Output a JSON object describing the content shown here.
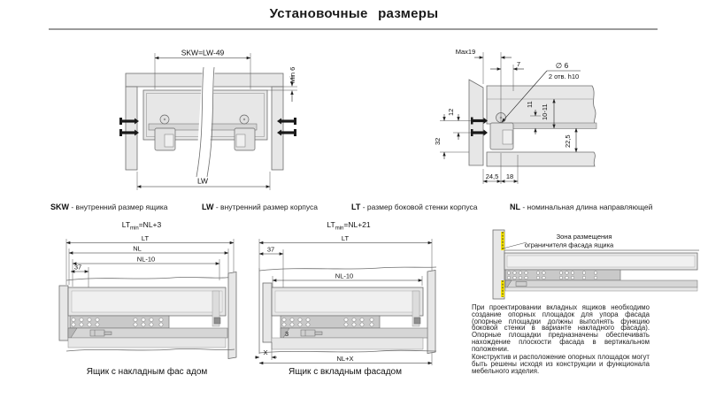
{
  "title": "Установочные размеры",
  "colors": {
    "accent_yellow": "#f7e400",
    "diagram_fill": "#e7e7e7",
    "outline": "#6e6e6e"
  },
  "front_view": {
    "dim_skw": "SKW=LW-49",
    "dim_min6": "Min 6",
    "dim_lw": "LW"
  },
  "corner_view": {
    "dim_max19": "Max19",
    "dim_7": "7",
    "dim_dia": "∅ 6",
    "dim_holes": "2 отв. h10",
    "dim_12": "12",
    "dim_32": "32",
    "dim_11": "11",
    "dim_10_11": "10-11",
    "dim_22_5": "22,5",
    "dim_24_5": "24,5",
    "dim_18": "18"
  },
  "legend": {
    "items": [
      {
        "term": "SKW",
        "rest": " - внутренний размер ящика"
      },
      {
        "term": "LW",
        "rest": " - внутренний размер корпуса"
      },
      {
        "term": "LT",
        "rest": " - размер боковой стенки корпуса"
      },
      {
        "term": "NL",
        "rest": " - номинальная длина направляющей"
      }
    ]
  },
  "overlay_view": {
    "formula_base": "LT",
    "formula_sub": "min",
    "formula_rest": "=NL+3",
    "dim_lt": "LT",
    "dim_nl": "NL",
    "dim_nl10": "NL-10",
    "dim_37": "37",
    "caption": "Ящик с накладным фас адом"
  },
  "inset_view": {
    "formula_base": "LT",
    "formula_sub": "min",
    "formula_rest": "=NL+21",
    "dim_lt": "LT",
    "dim_37": "37",
    "dim_nl10": "NL-10",
    "dim_3": "3",
    "dim_x": "X",
    "dim_nlx": "NL+X",
    "caption": "Ящик с вкладным фасадом"
  },
  "zone_view": {
    "label_line1": "Зона размещения",
    "label_line2": "ограничителя фасада ящика"
  },
  "notes": {
    "p1": "При проектировании вкладных ящиков необходимо создание опорных площадок для упора фасада (опорные площадки должны выполнять функцию боковой стенки в варианте накладного фасада). Опорные площадки предназначены обеспечивать нахождение плоскости фасада в вертикальном положении.",
    "p2": "Конструктив и расположение опорных площадок могут быть решены исходя из конструкции и функционала мебельного изделия."
  }
}
